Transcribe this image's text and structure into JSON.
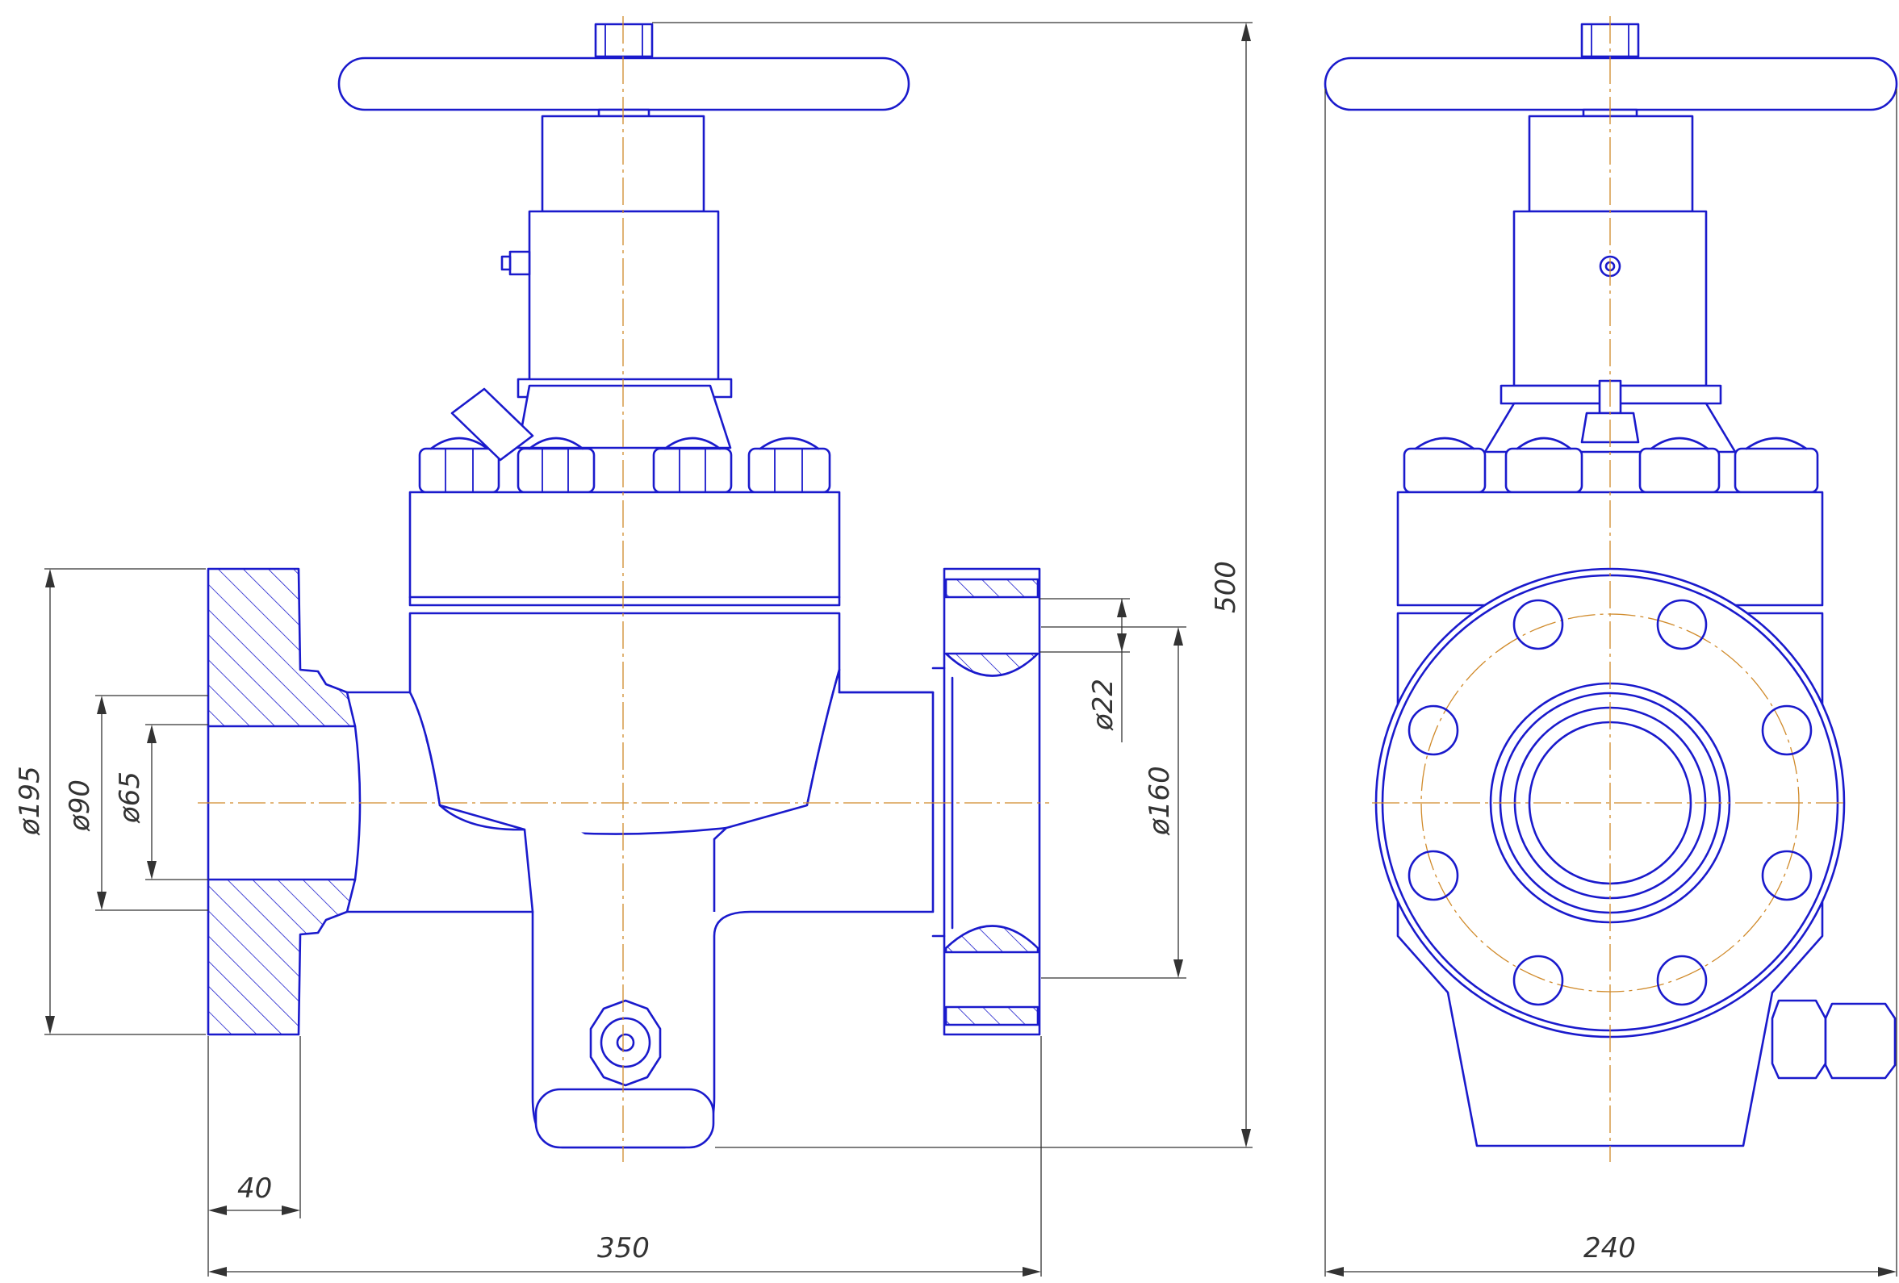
{
  "drawing": {
    "dimensions": {
      "d195": "ø195",
      "d90": "ø90",
      "d65": "ø65",
      "d22": "ø22",
      "d160": "ø160",
      "h500": "500",
      "w40": "40",
      "w350": "350",
      "w240": "240"
    },
    "colors": {
      "outline": "#1a1acc",
      "centerline": "#d08a2a",
      "dimension": "#333333",
      "background": "#ffffff"
    }
  }
}
